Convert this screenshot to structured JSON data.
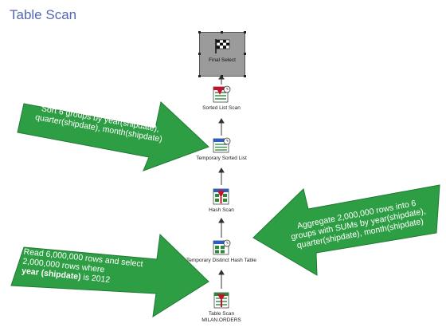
{
  "title": "Table Scan",
  "colors": {
    "title": "#5468b4",
    "arrow": "#2e9e44",
    "arrow_edge": "#1f7a32",
    "final_box": "#9b9b9b"
  },
  "nodes": {
    "final_select": {
      "label": "Final Select",
      "icon": "checkered-flag-icon"
    },
    "sorted_list_scan": {
      "label": "Sorted List Scan",
      "icon": "sorted-list-scan-icon"
    },
    "temporary_sorted_list": {
      "label": "Temporary Sorted List",
      "icon": "temporary-table-icon"
    },
    "hash_scan": {
      "label": "Hash Scan",
      "icon": "hash-scan-icon"
    },
    "temporary_distinct_hash_table": {
      "label": "Temporary Distinct Hash Table",
      "icon": "temporary-table-icon"
    },
    "table_scan": {
      "label_line1": "Table Scan",
      "label_line2": "MILAN.ORDERS",
      "icon": "table-scan-icon"
    }
  },
  "callouts": {
    "sort": {
      "line1": "Sort 6 groups by year(shipdate),",
      "line2": "quarter(shipdate), month(shipdate)"
    },
    "aggregate": {
      "line1": "Aggregate 2,000,000 rows into 6",
      "line2": "groups with SUMs by year(shipdate),",
      "line3": "quarter(shipdate), month(shipdate)"
    },
    "read": {
      "line1": "Read 6,000,000 rows and select",
      "line2": "2,000,000 rows where",
      "line3_bold": "year (shipdate)",
      "line3_rest": " is 2012"
    }
  }
}
